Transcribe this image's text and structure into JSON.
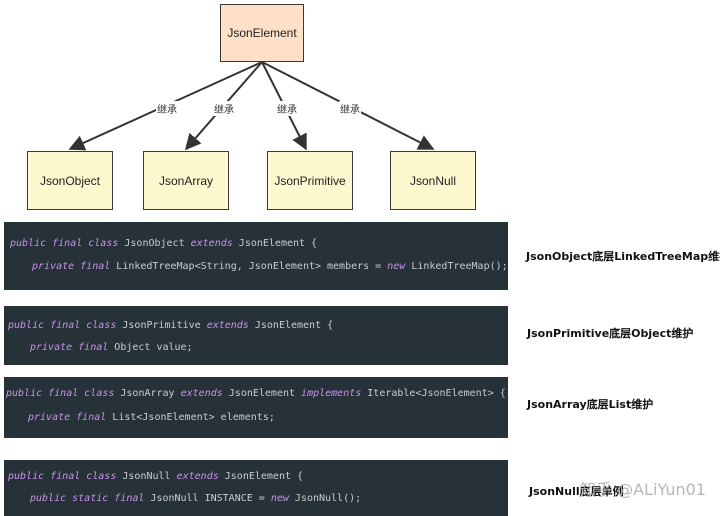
{
  "diagram": {
    "root": "JsonElement",
    "children": [
      "JsonObject",
      "JsonArray",
      "JsonPrimitive",
      "JsonNull"
    ],
    "edge_label": "继承"
  },
  "code_blocks": [
    {
      "line1": [
        "public final class",
        " JsonObject ",
        "extends",
        " JsonElement {"
      ],
      "line2": [
        "private final",
        " LinkedTreeMap<String, JsonElement> members = ",
        "new",
        " LinkedTreeMap();"
      ],
      "note": "JsonObject底层LinkedTreeMap维护"
    },
    {
      "line1": [
        "public final class",
        " JsonPrimitive ",
        "extends",
        " JsonElement {"
      ],
      "line2": [
        "private final",
        " Object value;",
        "",
        ""
      ],
      "note": "JsonPrimitive底层Object维护"
    },
    {
      "line1": [
        "public final class",
        " JsonArray ",
        "extends",
        " JsonElement ",
        "implements",
        " Iterable<JsonElement> {"
      ],
      "line2": [
        "private final",
        " List<JsonElement> elements;",
        "",
        ""
      ],
      "note": "JsonArray底层List维护"
    },
    {
      "line1": [
        "public final class",
        " JsonNull ",
        "extends",
        " JsonElement {"
      ],
      "line2": [
        "public static final",
        " JsonNull INSTANCE = ",
        "new",
        " JsonNull();"
      ],
      "note": "JsonNull底层单例"
    }
  ],
  "watermark": "知乎 @ALiYun01"
}
